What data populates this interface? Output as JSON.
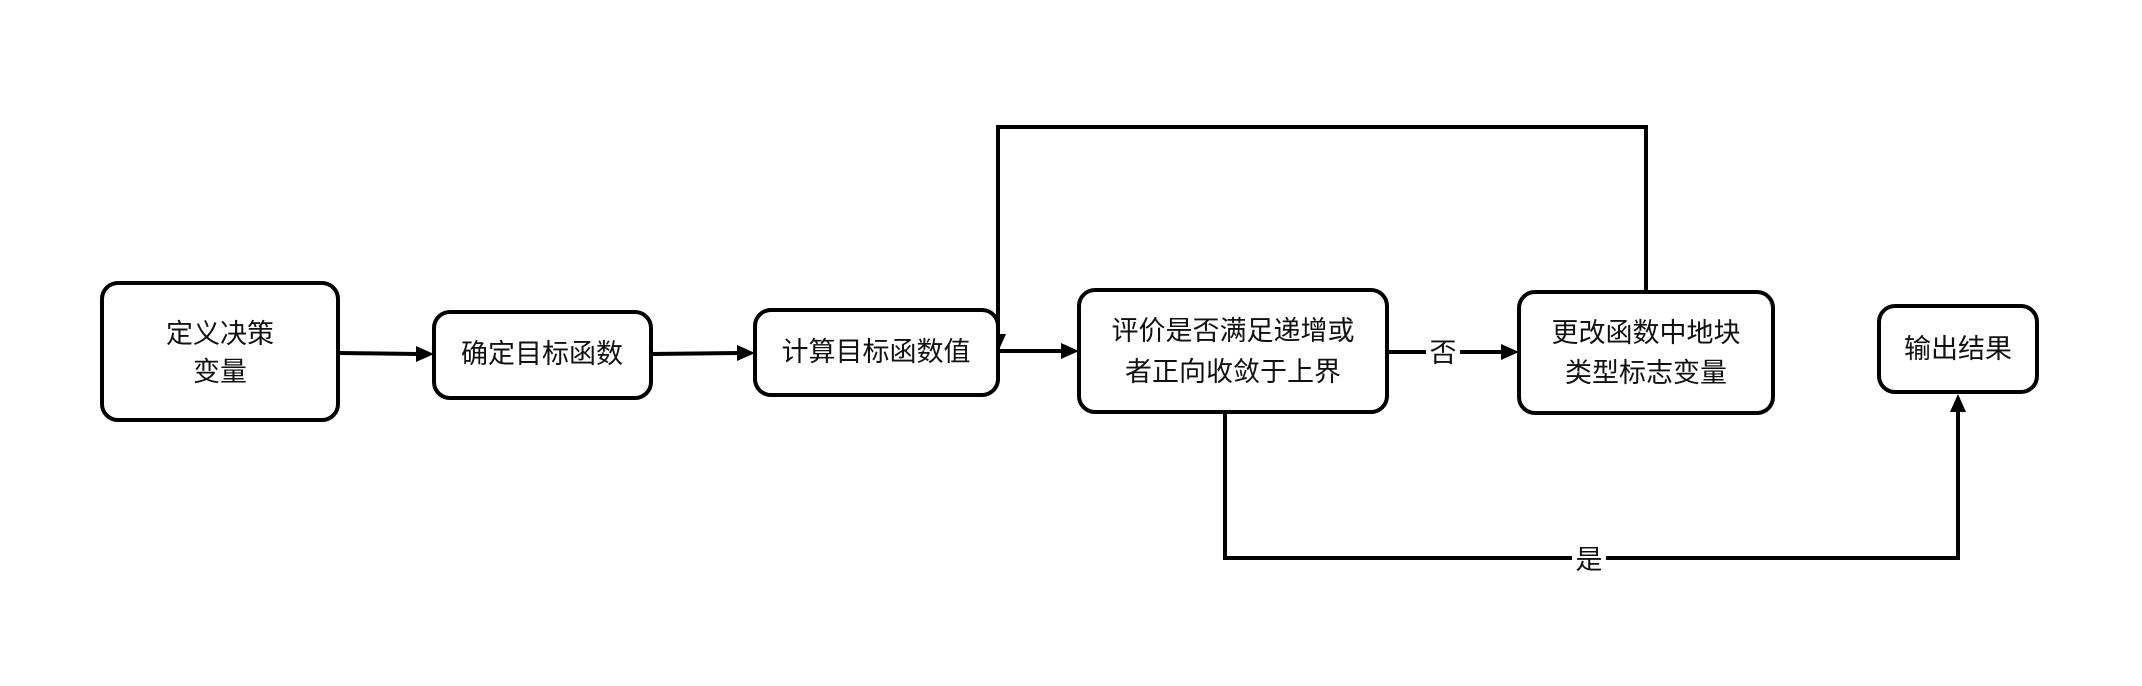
{
  "nodes": {
    "define_vars": {
      "line1": "定义决策",
      "line2": "变量"
    },
    "determine_obj": {
      "label": "确定目标函数"
    },
    "compute_obj": {
      "label": "计算目标函数值"
    },
    "evaluate": {
      "line1": "评价是否满足递增或",
      "line2": "者正向收敛于上界"
    },
    "change_vars": {
      "line1": "更改函数中地块",
      "line2": "类型标志变量"
    },
    "output": {
      "label": "输出结果"
    }
  },
  "edges": {
    "no_label": "否",
    "yes_label": "是"
  }
}
